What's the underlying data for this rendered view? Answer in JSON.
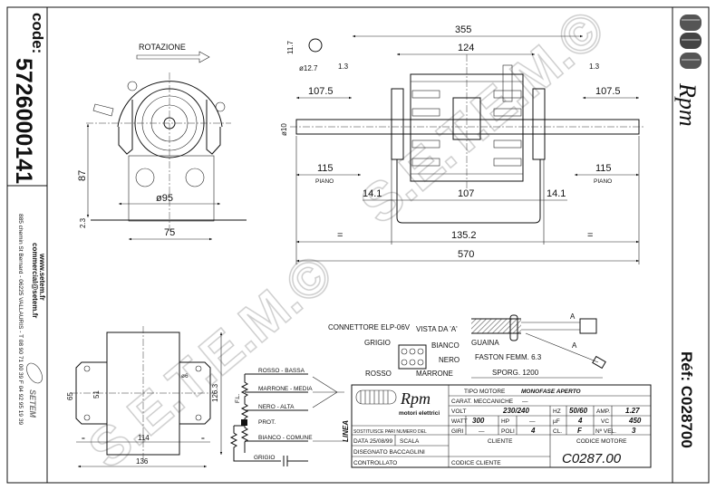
{
  "left_strip": {
    "code_label": "code:",
    "code_value": "5726000141",
    "website": "www.setem.fr",
    "email": "commercial@setem.fr",
    "address": "885 chemin St Bernard  -  06225 VALLAURIS  -  T 08 90 71 00 39  F 04 92 95 19 39",
    "brand": "SETEM"
  },
  "right_strip": {
    "brand": "Rpm",
    "ref": "Réf: C028700"
  },
  "watermark": "S.E.T.E.M.©",
  "front_view": {
    "rotation_label": "ROTAZIONE",
    "dims": {
      "height": "87",
      "diameter": "ø95",
      "thickness": "2.3",
      "width": "75"
    }
  },
  "side_view": {
    "dims": {
      "overall_inner": "355",
      "body": "124",
      "flat_h": "11.7",
      "shaft_d2": "ø12.7",
      "gap_left": "1.3",
      "gap_right": "1.3",
      "shaft_left": "107.5",
      "shaft_right": "107.5",
      "shaft_d": "ø10",
      "flat_left": "115",
      "flat_right": "115",
      "flat_label": "PIANO",
      "offset_left": "14.1",
      "core": "107",
      "offset_right": "14.1",
      "eq": "=",
      "bracket": "135.2",
      "total": "570"
    }
  },
  "bottom_view": {
    "dims": {
      "h1": "65",
      "h2": "51",
      "hole": "ø6",
      "height": "126.3",
      "inner": "114",
      "outer": "136",
      "eq": "="
    }
  },
  "wiring": {
    "wires": [
      "ROSSO - BASSA",
      "MARRONE - MEDIA",
      "NERO - ALTA",
      "BIANCO - COMUNE",
      "GRIGIO"
    ],
    "prot": "PROT.",
    "fl": "F.L.",
    "linea": "LINEA"
  },
  "connector": {
    "title": "CONNETTORE ELP-06V",
    "view": "VISTA DA 'A'",
    "pins": {
      "grigio": "GRIGIO",
      "bianco": "BIANCO",
      "nero": "NERO",
      "rosso": "ROSSO",
      "marrone": "MARRONE"
    },
    "sheath": "GUAINA",
    "faston": "FASTON FEMM. 6.3",
    "length": "SPORG. 1200",
    "section": "A"
  },
  "title_block": {
    "brand": "Rpm",
    "brand_sub": "motori elettrici",
    "tipo_label": "TIPO MOTORE",
    "tipo_value": "MONOFASE APERTO",
    "carat_label": "CARAT. MECCANICHE",
    "carat_value": "—",
    "volt_label": "VOLT",
    "volt_value": "230/240",
    "hz_label": "HZ",
    "hz_value": "50/60",
    "amp_label": "AMP.",
    "amp_value": "1.27",
    "watt_label": "WATT",
    "watt_value": "300",
    "hp_label": "HP",
    "hp_value": "—",
    "uf_label": "µF",
    "uf_value": "4",
    "vc_label": "VC",
    "vc_value": "450",
    "giri_label": "GIRI",
    "giri_value": "—",
    "poli_label": "POLI",
    "poli_value": "4",
    "cl_label": "CL.",
    "cl_value": "F",
    "vel_label": "Nº VEL.",
    "vel_value": "3",
    "sostituisce": "SOSTITUISCE PARI NUMERO DEL",
    "data": "DATA  25/08/99",
    "scala": "SCALA",
    "disegnato": "DISEGNATO   BACCAGLINI",
    "controllato": "CONTROLLATO",
    "cliente": "CLIENTE",
    "codice_cliente": "CODICE CLIENTE",
    "codice_motore_label": "CODICE MOTORE",
    "codice_motore": "C0287.00"
  }
}
